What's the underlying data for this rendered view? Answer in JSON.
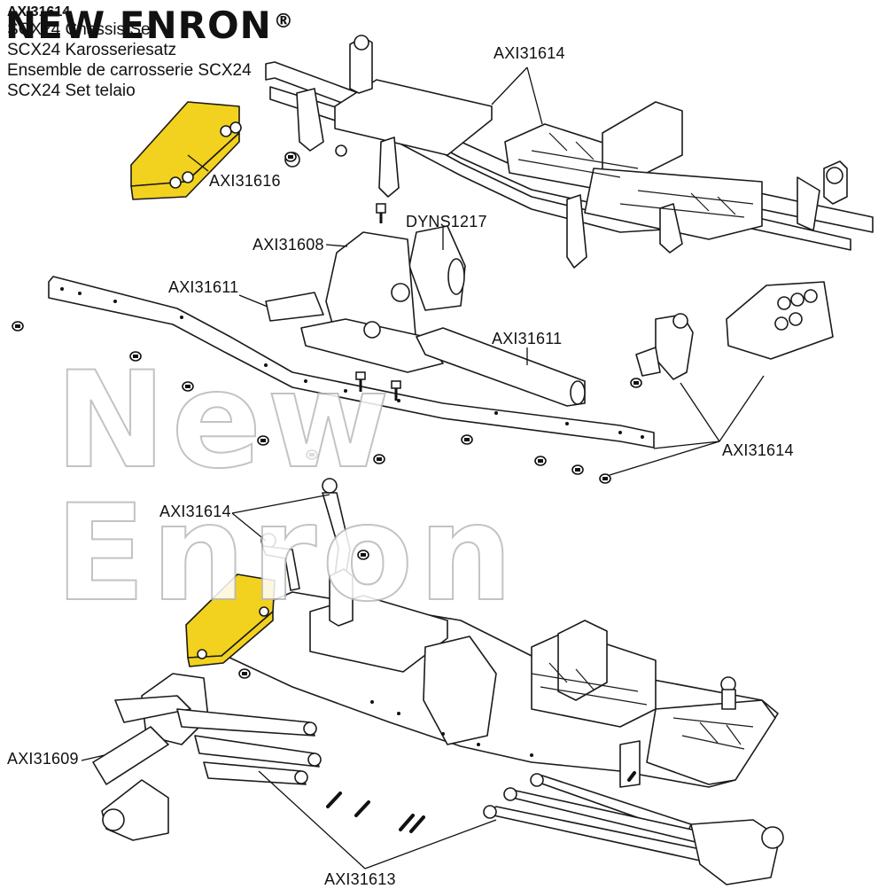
{
  "logo": {
    "brand": "NEW ENRON",
    "mark": "®"
  },
  "title": {
    "part_number": "AXI31614",
    "lines": [
      "SCX24 Chassis Set",
      "SCX24 Karosseriesatz",
      "Ensemble de carrosserie SCX24",
      "SCX24 Set telaio"
    ]
  },
  "watermark": "New Enron",
  "callouts": {
    "c1": "AXI31614",
    "c2": "AXI31616",
    "c3": "DYNS1217",
    "c4": "AXI31608",
    "c5": "AXI31611",
    "c6": "AXI31611",
    "c7": "AXI31614",
    "c8": "AXI31614",
    "c9": "AXI31609",
    "c10": "AXI31613"
  },
  "colors": {
    "highlight": "#f2d21e",
    "line": "#1a1a1a",
    "part_fill": "#ffffff",
    "watermark_stroke": "#b9b9b9"
  }
}
